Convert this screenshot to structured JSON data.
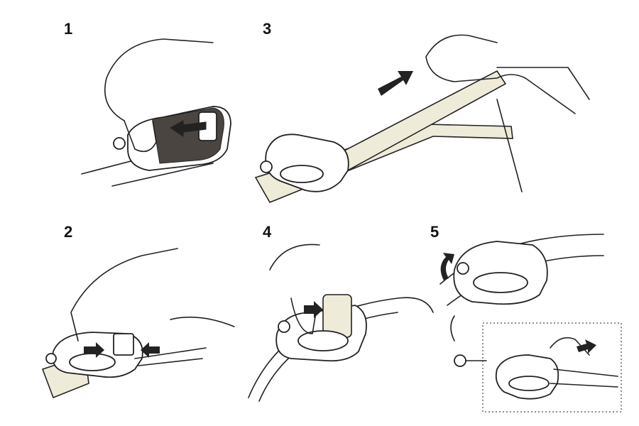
{
  "steps": [
    {
      "number": "1"
    },
    {
      "number": "2"
    },
    {
      "number": "3"
    },
    {
      "number": "4"
    },
    {
      "number": "5"
    }
  ],
  "colors": {
    "ink": "#222222",
    "belt": "#efebd9",
    "pad": "#4a4540"
  }
}
